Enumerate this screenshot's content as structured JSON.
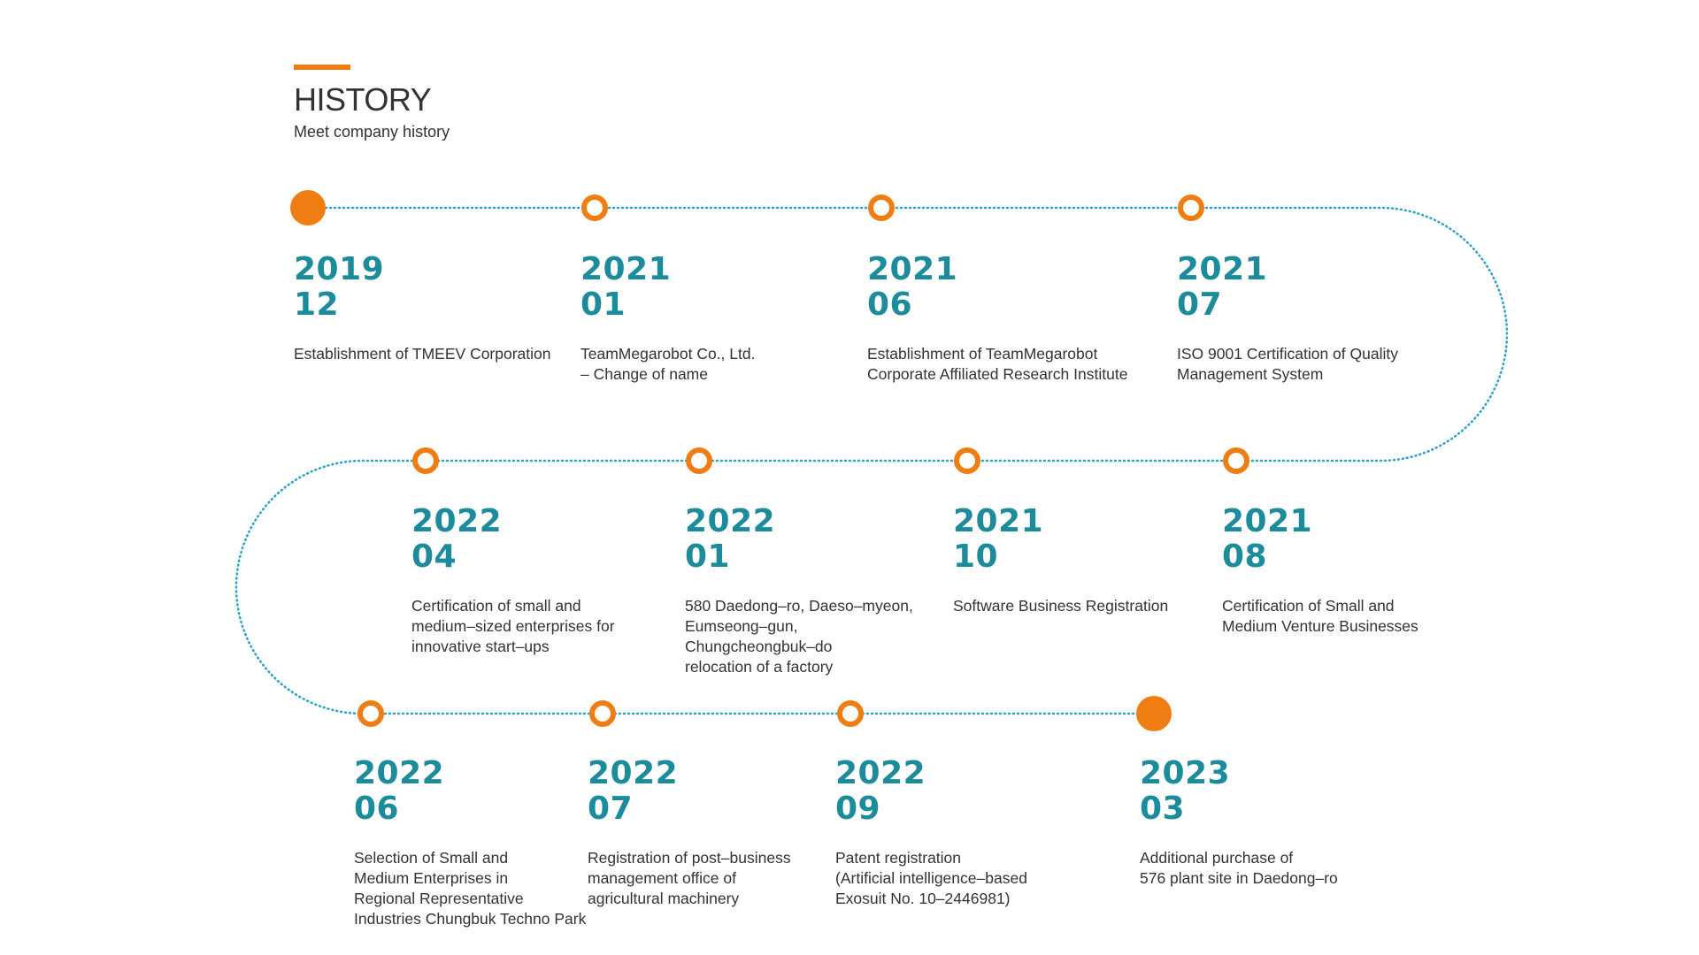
{
  "header": {
    "title": "HISTORY",
    "subtitle": "Meet company history"
  },
  "colors": {
    "accent": "#F07D12",
    "teal": "#1C8C9C",
    "path": "#2AA3C6",
    "text": "#333333"
  },
  "timeline": [
    {
      "year": "2019",
      "month": "12",
      "desc": "Establishment of TMEEV Corporation",
      "marker": "filled"
    },
    {
      "year": "2021",
      "month": "01",
      "desc": "TeamMegarobot Co., Ltd.\n– Change of name",
      "marker": "hollow"
    },
    {
      "year": "2021",
      "month": "06",
      "desc": "Establishment of TeamMegarobot\nCorporate Affiliated Research Institute",
      "marker": "hollow"
    },
    {
      "year": "2021",
      "month": "07",
      "desc": "ISO 9001 Certification of Quality\nManagement System",
      "marker": "hollow"
    },
    {
      "year": "2021",
      "month": "08",
      "desc": "Certification of Small and\nMedium Venture Businesses",
      "marker": "hollow"
    },
    {
      "year": "2021",
      "month": "10",
      "desc": "Software Business Registration",
      "marker": "hollow"
    },
    {
      "year": "2022",
      "month": "01",
      "desc": "580 Daedong–ro, Daeso–myeon,\nEumseong–gun,\nChungcheongbuk–do\nrelocation of a factory",
      "marker": "hollow"
    },
    {
      "year": "2022",
      "month": "04",
      "desc": "Certification of small and\nmedium–sized enterprises for\ninnovative start–ups",
      "marker": "hollow"
    },
    {
      "year": "2022",
      "month": "06",
      "desc": "Selection of Small and\nMedium Enterprises in\nRegional Representative\nIndustries Chungbuk Techno Park",
      "marker": "hollow"
    },
    {
      "year": "2022",
      "month": "07",
      "desc": "Registration of post–business\nmanagement office of\nagricultural machinery",
      "marker": "hollow"
    },
    {
      "year": "2022",
      "month": "09",
      "desc": "Patent registration\n(Artificial intelligence–based\nExosuit No. 10–2446981)",
      "marker": "hollow"
    },
    {
      "year": "2023",
      "month": "03",
      "desc": "Additional purchase of\n576 plant site in Daedong–ro",
      "marker": "filled"
    }
  ]
}
